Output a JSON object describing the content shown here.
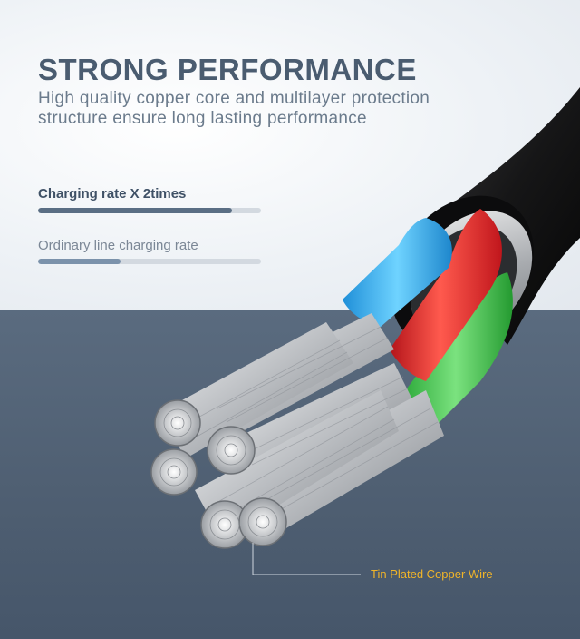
{
  "header": {
    "title": "STRONG PERFORMANCE",
    "subtitle_line1": "High quality copper core and multilayer protection",
    "subtitle_line2": "structure  ensure  long lasting performance"
  },
  "comparison": {
    "items": [
      {
        "label": "Charging rate X 2times",
        "level_fraction": 0.87
      },
      {
        "label": "Ordinary line charging rate",
        "level_fraction": 0.37
      }
    ]
  },
  "callout": {
    "label": "Tin Plated Copper Wire"
  },
  "colors": {
    "title": "#4a5c70",
    "subtitle": "#6b7b8c",
    "bar_fast": "#5a6e84",
    "bar_slow": "#7b92ab",
    "callout_text": "#f0b429",
    "bottom_panel": "#52637a",
    "wire_blue": "#2aa9e6",
    "wire_red": "#e8272b",
    "wire_green": "#3cc244"
  },
  "icons": [
    "usb-cable-cross-section-illustration"
  ]
}
